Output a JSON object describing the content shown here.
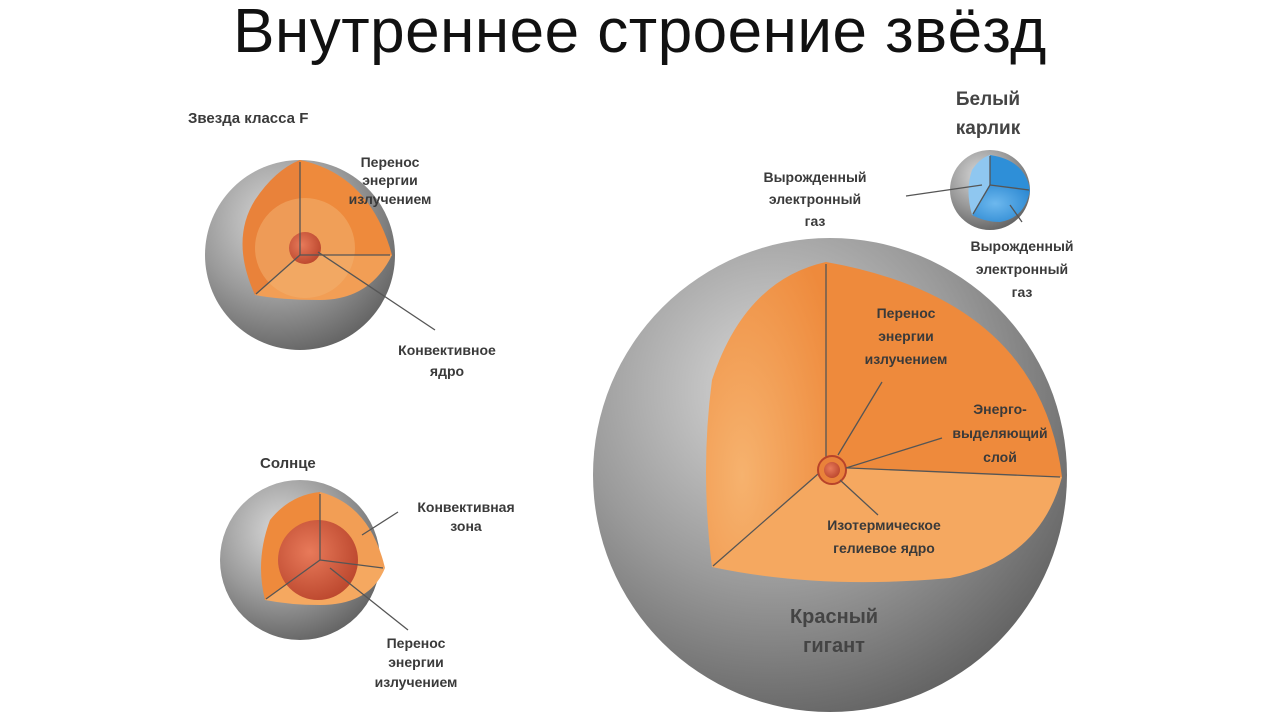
{
  "title": "Внутреннее строение звёзд",
  "stars": {
    "f_class": {
      "name": "Звезда класса F",
      "radiative": [
        "Перенос",
        "энергии",
        "излучением"
      ],
      "core": [
        "Конвективное",
        "ядро"
      ]
    },
    "sun": {
      "name": "Солнце",
      "convective": [
        "Конвективная",
        "зона"
      ],
      "radiative": [
        "Перенос",
        "энергии",
        "излучением"
      ]
    },
    "white_dwarf": {
      "name": [
        "Белый",
        "карлик"
      ],
      "label_left": [
        "Вырожденный",
        "электронный",
        "газ"
      ],
      "label_right": [
        "Вырожденный",
        "электронный",
        "газ"
      ]
    },
    "red_giant": {
      "name": [
        "Красный",
        "гигант"
      ],
      "radiative": [
        "Перенос",
        "энергии",
        "излучением"
      ],
      "shell": [
        "Энерго-",
        "выделяющий",
        "слой"
      ],
      "core": [
        "Изотермическое",
        "гелиевое ядро"
      ]
    }
  },
  "colors": {
    "orange": "#EE8A3C",
    "orange_light": "#F5A860",
    "gray": "#8C8C8C",
    "core_red": "#D2593A",
    "dwarf_blue": "#2E8FD8"
  }
}
